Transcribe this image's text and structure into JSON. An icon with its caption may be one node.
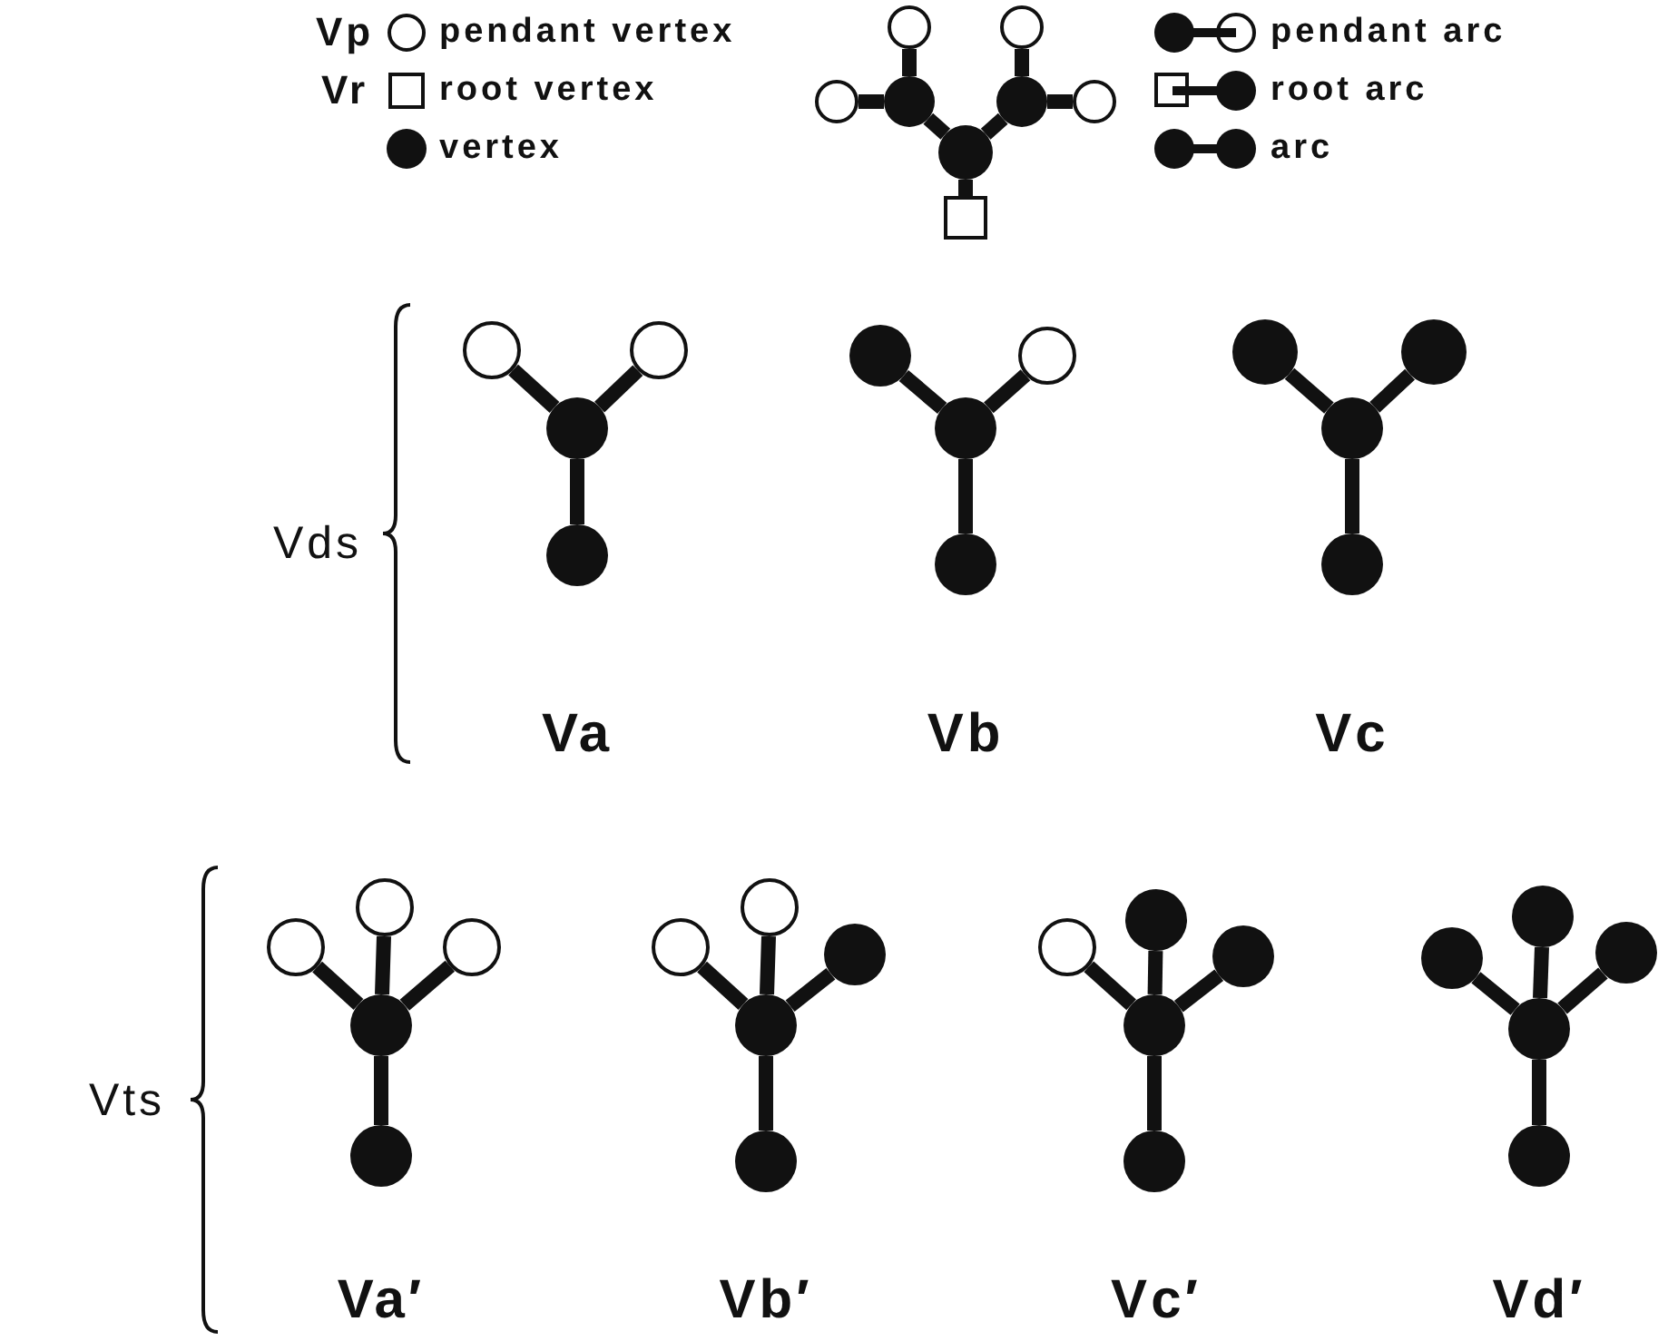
{
  "diagram": {
    "nodes": [
      {
        "text": [],
        "shape": "circle"
      },
      {
        "text": [],
        "shape": "circle"
      },
      {
        "text": [],
        "shape": "circle"
      },
      {
        "text": [],
        "shape": "circle"
      },
      {
        "text": [],
        "shape": "circle"
      },
      {
        "text": [],
        "shape": "circle"
      },
      {
        "text": [],
        "shape": "circle"
      },
      {
        "text": [],
        "shape": "box"
      },
      {
        "text": [],
        "shape": "circle"
      },
      {
        "text": [],
        "shape": "circle"
      },
      {
        "text": [],
        "shape": "circle"
      },
      {
        "text": [],
        "shape": "circle"
      },
      {
        "text": [],
        "shape": "circle"
      },
      {
        "text": [],
        "shape": "circle"
      },
      {
        "text": [],
        "shape": "circle"
      },
      {
        "text": [],
        "shape": "circle"
      },
      {
        "text": [],
        "shape": "circle"
      },
      {
        "text": [],
        "shape": "circle"
      },
      {
        "text": [],
        "shape": "circle"
      },
      {
        "text": [],
        "shape": "circle"
      },
      {
        "text": [],
        "shape": "circle"
      },
      {
        "text": [],
        "shape": "circle"
      },
      {
        "text": [],
        "shape": "circle"
      },
      {
        "text": [],
        "shape": "circle"
      },
      {
        "text": [],
        "shape": "circle"
      },
      {
        "text": [],
        "shape": "circle"
      },
      {
        "text": [],
        "shape": "circle"
      },
      {
        "text": [],
        "shape": "circle"
      },
      {
        "text": [],
        "shape": "circle"
      },
      {
        "text": [],
        "shape": "circle"
      },
      {
        "text": [],
        "shape": "circle"
      },
      {
        "text": [],
        "shape": "circle"
      },
      {
        "text": [],
        "shape": "circle"
      },
      {
        "text": [],
        "shape": "circle"
      },
      {
        "text": [],
        "shape": "circle"
      },
      {
        "text": [],
        "shape": "circle"
      },
      {
        "text": [],
        "shape": "circle"
      },
      {
        "text": [],
        "shape": "circle"
      },
      {
        "text": [],
        "shape": "circle"
      },
      {
        "text": [],
        "shape": "circle"
      }
    ],
    "edges": [
      {
        "from": 7,
        "to": 6,
        "arrow": "none"
      },
      {
        "from": 6,
        "to": 3,
        "arrow": "none"
      },
      {
        "from": 6,
        "to": 4,
        "arrow": "none"
      },
      {
        "from": 3,
        "to": 0,
        "arrow": "none"
      },
      {
        "from": 3,
        "to": 2,
        "arrow": "none"
      },
      {
        "from": 4,
        "to": 1,
        "arrow": "none"
      },
      {
        "from": 4,
        "to": 5,
        "arrow": "none"
      },
      {
        "from": 10,
        "to": 8,
        "arrow": "none"
      },
      {
        "from": 10,
        "to": 9,
        "arrow": "none"
      },
      {
        "from": 10,
        "to": 11,
        "arrow": "none"
      },
      {
        "from": 14,
        "to": 12,
        "arrow": "none"
      },
      {
        "from": 14,
        "to": 13,
        "arrow": "none"
      },
      {
        "from": 14,
        "to": 15,
        "arrow": "none"
      },
      {
        "from": 18,
        "to": 16,
        "arrow": "none"
      },
      {
        "from": 18,
        "to": 17,
        "arrow": "none"
      },
      {
        "from": 18,
        "to": 19,
        "arrow": "none"
      },
      {
        "from": 23,
        "to": 20,
        "arrow": "none"
      },
      {
        "from": 23,
        "to": 21,
        "arrow": "none"
      },
      {
        "from": 23,
        "to": 22,
        "arrow": "none"
      },
      {
        "from": 23,
        "to": 24,
        "arrow": "none"
      },
      {
        "from": 28,
        "to": 25,
        "arrow": "none"
      },
      {
        "from": 28,
        "to": 26,
        "arrow": "none"
      },
      {
        "from": 28,
        "to": 27,
        "arrow": "none"
      },
      {
        "from": 28,
        "to": 29,
        "arrow": "none"
      },
      {
        "from": 33,
        "to": 30,
        "arrow": "none"
      },
      {
        "from": 33,
        "to": 31,
        "arrow": "none"
      },
      {
        "from": 33,
        "to": 32,
        "arrow": "none"
      },
      {
        "from": 33,
        "to": 34,
        "arrow": "none"
      },
      {
        "from": 38,
        "to": 35,
        "arrow": "none"
      },
      {
        "from": 38,
        "to": 36,
        "arrow": "none"
      },
      {
        "from": 38,
        "to": 37,
        "arrow": "none"
      },
      {
        "from": 38,
        "to": 39,
        "arrow": "none"
      }
    ],
    "labels": [
      "Vp",
      "Vr",
      "Vds",
      "Va",
      "Vb",
      "Vc",
      "Vts",
      "Va′",
      "Vb′",
      "Vc′",
      "Vd′"
    ],
    "legend": [
      {
        "text": "pendant vertex"
      },
      {
        "text": "root vertex"
      },
      {
        "text": "vertex"
      },
      {
        "text": "pendant arc"
      },
      {
        "text": "root arc"
      },
      {
        "text": "arc"
      }
    ]
  }
}
